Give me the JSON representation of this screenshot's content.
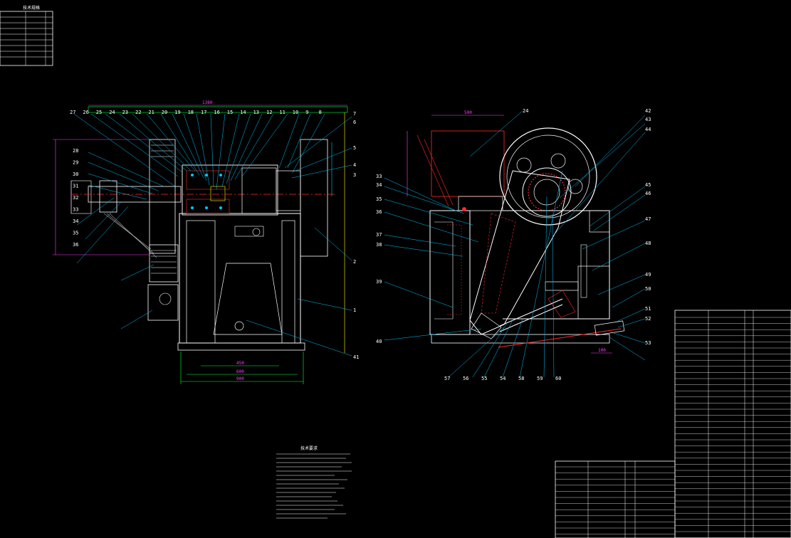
{
  "spec_table": {
    "title": "技术规格",
    "rows": [
      "",
      "",
      "",
      "",
      "",
      "",
      "",
      ""
    ]
  },
  "tech_requirements": {
    "title": "技术要求",
    "lines": [
      "",
      "",
      "",
      "",
      "",
      "",
      "",
      "",
      "",
      "",
      "",
      "",
      "",
      "",
      "",
      ""
    ]
  },
  "left_view": {
    "top_dim": "1380",
    "top_labels": [
      "27",
      "26",
      "25",
      "24",
      "23",
      "22",
      "21",
      "20",
      "19",
      "18",
      "17",
      "16",
      "15",
      "14",
      "13",
      "12",
      "11",
      "10",
      "9",
      "8"
    ],
    "side_labels": [
      "28",
      "29",
      "30",
      "31",
      "32",
      "33",
      "34",
      "35",
      "36"
    ],
    "right_labels": [
      "7",
      "6",
      "5",
      "4",
      "3",
      "2",
      "1",
      "41"
    ],
    "bottom_dims": [
      "450",
      "600",
      "900"
    ]
  },
  "right_view": {
    "top_dim": "500",
    "top_label": "24",
    "left_labels": [
      "33",
      "34",
      "35",
      "36",
      "37",
      "38",
      "39",
      "40"
    ],
    "right_labels": [
      "42",
      "43",
      "44",
      "45",
      "46",
      "47",
      "48",
      "49",
      "50",
      "51",
      "52",
      "53"
    ],
    "bottom_labels": [
      "57",
      "56",
      "55",
      "54",
      "58",
      "59",
      "60"
    ],
    "small_dim": "100"
  },
  "colors": {
    "line": "#ffffff",
    "leader": "#00c8ff",
    "dimension": "#ff3cff",
    "accent_red": "#ff2a2a",
    "yellow": "#ffff00",
    "green": "#00ff40",
    "table": "#ffffff"
  }
}
